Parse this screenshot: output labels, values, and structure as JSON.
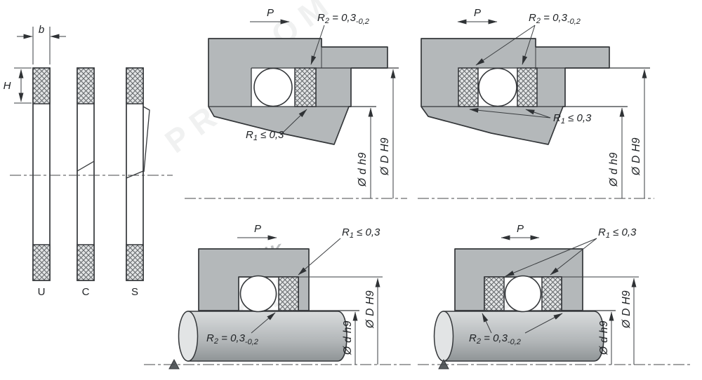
{
  "drawing": {
    "profiles": {
      "width_dim": "b",
      "height_dim": "H",
      "types": [
        "U",
        "C",
        "S"
      ]
    },
    "labels": {
      "pressure": "P",
      "r1_base": "R",
      "r1_sub": "1",
      "r1_rest": " ≤ 0,3",
      "r2_base": "R",
      "r2_sub": "2",
      "r2_rest": " = 0,3",
      "r2_tol": "-0,2",
      "rod_dia": "Ø d h9",
      "bore_dia": "Ø D H9"
    },
    "watermark": {
      "text": "PROM",
      "logo": "NK"
    },
    "colors": {
      "metal": "#b4b8ba",
      "line": "#34373a",
      "hatch_bg": "#e3e5e6"
    }
  }
}
